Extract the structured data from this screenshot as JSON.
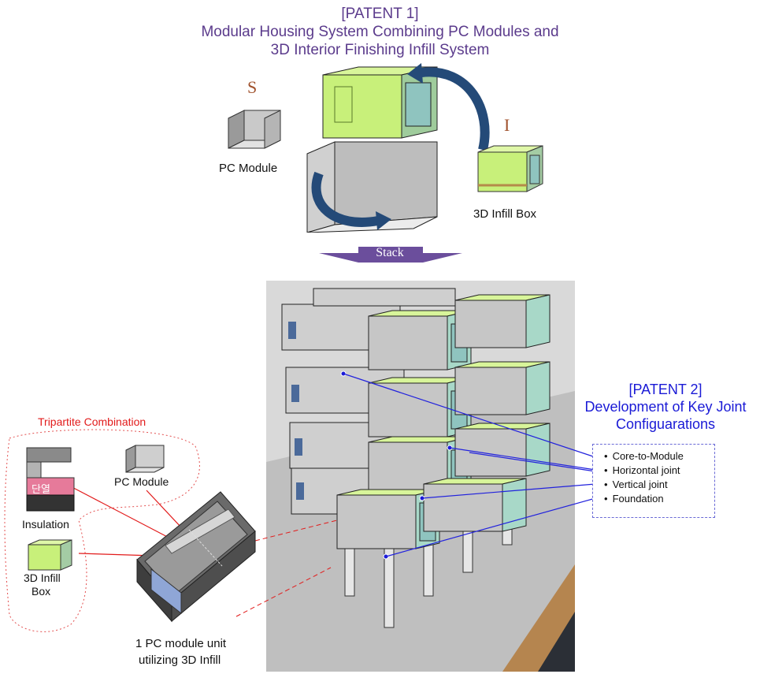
{
  "patent1": {
    "tag": "[PATENT 1]",
    "line1": "Modular Housing System Combining PC Modules and",
    "line2": "3D Interior Finishing Infill System"
  },
  "top_labels": {
    "s_letter": "S",
    "i_letter": "I",
    "pc_module": "PC Module",
    "infill_box": "3D Infill Box"
  },
  "stack_label": "Stack",
  "patent2": {
    "tag": "[PATENT 2]",
    "line1": "Development of Key Joint",
    "line2": "Configuarations"
  },
  "joints": [
    "Core-to-Module",
    "Horizontal joint",
    "Vertical joint",
    "Foundation"
  ],
  "tripartite": {
    "title": "Tripartite Combination",
    "insulation": "Insulation",
    "pc_module": "PC Module",
    "infill_line1": "3D Infill",
    "infill_line2": "Box",
    "korean_mark": "단열"
  },
  "unit_caption": {
    "line1": "1 PC module unit",
    "line2": "utilizing 3D Infill"
  },
  "colors": {
    "title_purple": "#5b3b8c",
    "patent2_blue": "#1a1ad6",
    "infill_green": "#c8f07a",
    "arrow_navy": "#244a78",
    "leader_red": "#e21b1b"
  }
}
